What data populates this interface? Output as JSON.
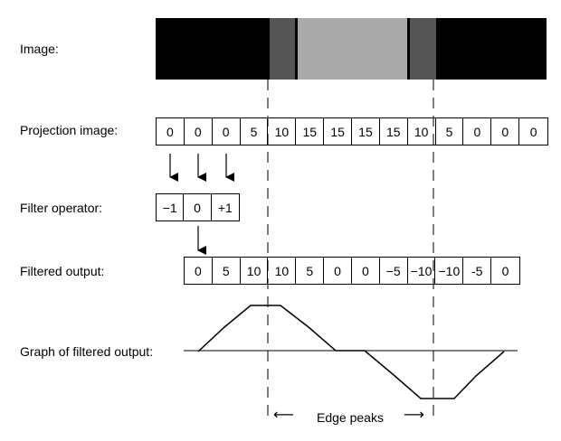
{
  "labels": {
    "image": "Image:",
    "projection": "Projection image:",
    "filter": "Filter operator:",
    "filtered": "Filtered output:",
    "graph": "Graph of filtered output:",
    "edge_peaks": "Edge peaks",
    "left_arrow": "⟵",
    "right_arrow": "⟶"
  },
  "image_strip": {
    "segments": [
      {
        "name": "black-left",
        "color": "#000000"
      },
      {
        "name": "dark-gray-left",
        "color": "#555555"
      },
      {
        "name": "light-gray-center",
        "color": "#aaaaaa"
      },
      {
        "name": "dark-gray-right",
        "color": "#555555"
      },
      {
        "name": "black-right",
        "color": "#000000"
      }
    ]
  },
  "projection": {
    "values": [
      "0",
      "0",
      "0",
      "5",
      "10",
      "15",
      "15",
      "15",
      "15",
      "10",
      "5",
      "0",
      "0",
      "0"
    ]
  },
  "filter": {
    "values": [
      "−1",
      "0",
      "+1"
    ]
  },
  "filtered": {
    "values": [
      "0",
      "5",
      "10",
      "10",
      "5",
      "0",
      "0",
      "−5",
      "−10",
      "−10",
      "-5",
      "0"
    ]
  },
  "chart_data": {
    "type": "line",
    "title": "Graph of filtered output",
    "x": [
      1,
      2,
      3,
      4,
      5,
      6,
      7,
      8,
      9,
      10,
      11,
      12
    ],
    "values": [
      0,
      5,
      10,
      10,
      5,
      0,
      0,
      -5,
      -10,
      -10,
      -5,
      0
    ],
    "annotations": [
      "Edge peaks"
    ]
  }
}
